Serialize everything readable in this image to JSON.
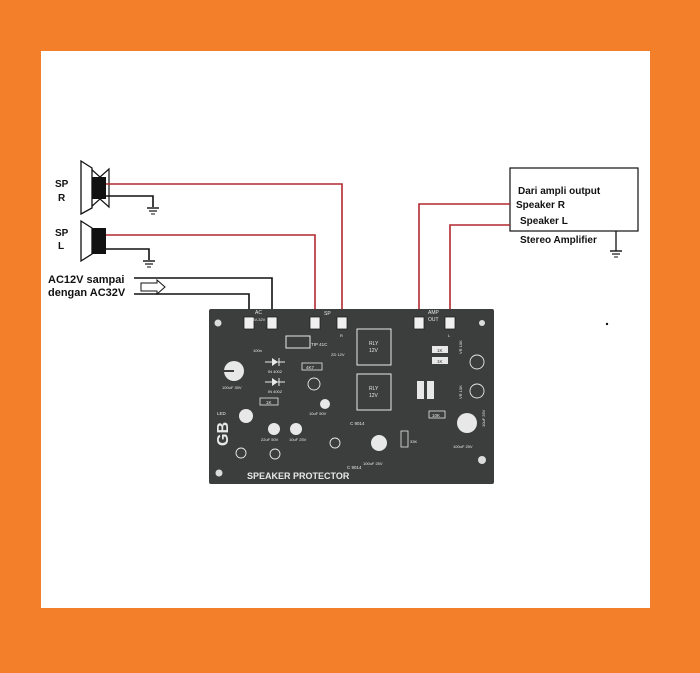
{
  "colors": {
    "frame": "#f47f2b",
    "background": "#ffffff",
    "pcb": "#3b3e3d",
    "wire_signal": "#b2282f",
    "wire_ground": "#111111",
    "silkscreen": "#e8e8e8"
  },
  "speakers": {
    "right": {
      "label_line1": "SP",
      "label_line2": "R"
    },
    "left": {
      "label_line1": "SP",
      "label_line2": "L"
    }
  },
  "power": {
    "label_line1": "AC12V sampai",
    "label_line2": "dengan AC32V"
  },
  "amplifier": {
    "line1": "Dari ampli output",
    "speaker_r": "Speaker R",
    "speaker_l": "Speaker L",
    "title": "Stereo Amplifier"
  },
  "pcb": {
    "title": "SPEAKER PROTECTOR",
    "logo": "GB",
    "ac_label": "AC",
    "ac_range": "18V-32V",
    "sp_label": "SP",
    "amp_label": "AMP",
    "out_label": "OUT",
    "r_mark": "R",
    "l_mark": "L",
    "relay_1": "RLY",
    "relay_2": "RLY",
    "relay_v1": "12V",
    "relay_v2": "12V",
    "tip": "TIP 41C",
    "diode_1": "IN 4002",
    "diode_2": "IN 4002",
    "cap_big": "100uF 35V",
    "cap_100n": "100n",
    "r_4k7": "4K7",
    "r_1k_mid": "1K",
    "r_1k_a": "1K",
    "r_1k_b": "1K",
    "r_10k": "10K",
    "r_33k": "33K",
    "zd": "ZD 12V",
    "led": "LED",
    "c9014_a": "C 9014",
    "c9014_b": "C 9014",
    "cap_22": "22uF 50V",
    "cap_10": "10uF 25V",
    "cap_10b": "10uF 50V",
    "cap_100_25": "100uF 25V",
    "cap_100_25b": "100uF 25V",
    "cap_10_25": "10uF 25V",
    "vr_1": "VR 10K",
    "vr_2": "VR 10K"
  }
}
